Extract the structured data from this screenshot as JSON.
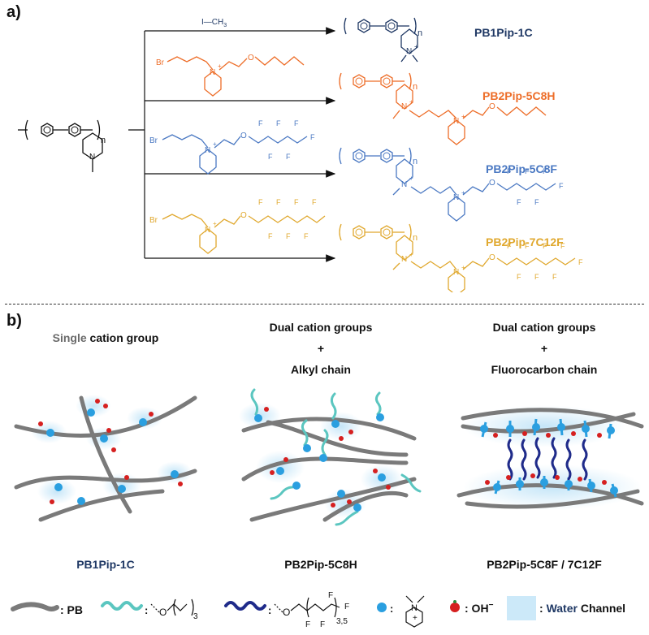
{
  "panel_a": {
    "label": "a)",
    "reagent_1": "I—CH",
    "reagent_1_sub": "3",
    "chem_labels": {
      "br": "Br",
      "n": "N",
      "o": "O",
      "f": "F",
      "plus": "+",
      "repeat_n": "n"
    },
    "products": [
      {
        "name": "PB1Pip-1C",
        "color": "#1f3864"
      },
      {
        "name": "PB2Pip-5C8H",
        "color": "#ed6d28"
      },
      {
        "name": "PB2Pip-5C8F",
        "color": "#4a78c2"
      },
      {
        "name": "PB2Pip-7C12F",
        "color": "#e0a82e"
      }
    ]
  },
  "panel_b": {
    "label": "b)",
    "columns": [
      {
        "heading_1_gray": "Single",
        "heading_1_rest": " cation group",
        "heading_2": "",
        "heading_3": "",
        "caption": "PB1Pip-1C"
      },
      {
        "heading_1": "Dual cation groups",
        "heading_2": "+",
        "heading_3": "Alkyl chain",
        "caption": "PB2Pip-5C8H"
      },
      {
        "heading_1": "Dual cation groups",
        "heading_2": "+",
        "heading_3": "Fluorocarbon chain",
        "caption": "PB2Pip-5C8F / 7C12F"
      }
    ]
  },
  "legend": {
    "pb": ": PB",
    "alkyl_sub": "3",
    "fluoro_sub": "3,5",
    "oh": ": OH",
    "oh_sup": "−",
    "water_prefix": ": ",
    "water_word": "Water",
    "water_rest": " Channel"
  },
  "colors": {
    "pb_backbone": "#7a7a7a",
    "cation": "#2a9fe0",
    "hydroxide": "#d62020",
    "alkyl_chain": "#5bc6c0",
    "fluoro_chain": "#1f2b8a",
    "water": "#bfe3f7",
    "dark_navy": "#1f3864"
  }
}
